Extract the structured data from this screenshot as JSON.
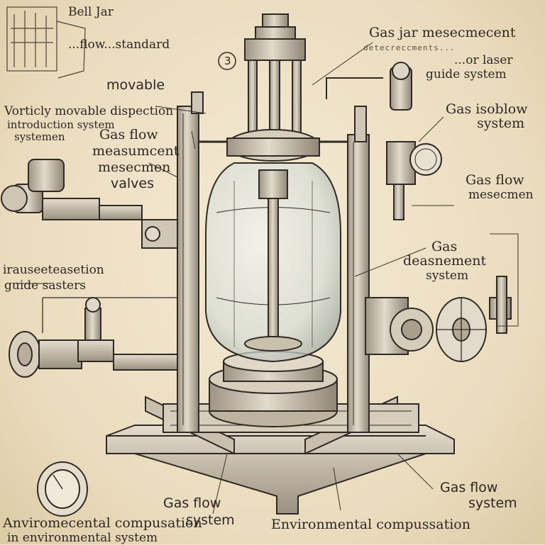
{
  "labels": {
    "top_left_1": "Bell Jar",
    "top_left_2": "...flow...standard",
    "vertical_movable": "movable",
    "vertically_movable": "Vorticly movable dispection",
    "introduction": "introduction system",
    "systemen": "systemen",
    "gas_flow_meas_1": "Gas flow",
    "gas_flow_meas_2": "measumcent",
    "gas_flow_meas_3": "mesecmen",
    "gas_flow_meas_4": "valves",
    "gas_jar_1": "Gas jar mesecmecent",
    "gas_jar_2": "detecreccments...",
    "gas_jar_3": "...or laser",
    "gas_jar_4": "guide system",
    "gas_isoblow_1": "Gas isoblow",
    "gas_isoblow_2": "system",
    "gas_flow_right_1": "Gas flow",
    "gas_flow_right_2": "mesecmen",
    "gas_meas_1": "Gas",
    "gas_meas_2": "deasnement",
    "gas_meas_3": "system",
    "left_mid_1": "irauseeteasetion",
    "left_mid_2": "guide sasters",
    "gas_flow_sys_1": "Gas flow",
    "gas_flow_sys_2": "system",
    "gas_flow_bottom_1": "Gas flow",
    "gas_flow_bottom_2": "system",
    "env_left_1": "Anviromecental compusation",
    "env_left_2": "in environmental system",
    "env_bottom": "Environmental compussation",
    "callout_number": "3"
  },
  "colors": {
    "ink": "#2f2a24",
    "paper": "#efe4cc",
    "metal": "#c9c0b0",
    "metal_dark": "#8a8070",
    "glass": "#dfe6e4"
  }
}
